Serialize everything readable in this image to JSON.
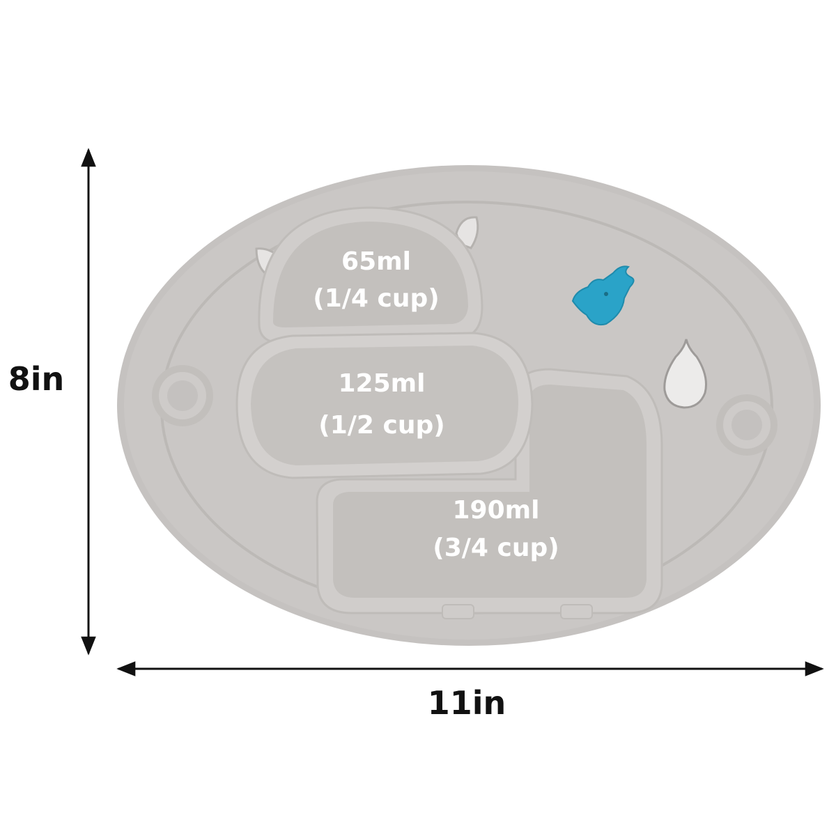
{
  "dimensions": {
    "height_label": "8in",
    "width_label": "11in"
  },
  "compartments": {
    "top": {
      "volume": "65ml",
      "cups": "(1/4 cup)"
    },
    "middle": {
      "volume": "125ml",
      "cups": "(1/2 cup)"
    },
    "bottom": {
      "volume": "190ml",
      "cups": "(3/4 cup)"
    }
  },
  "colors": {
    "mat": "#c9c6c4",
    "mat_edge": "#bdbab7",
    "bowl_rim": "#d2cfcd",
    "bowl_inner": "#c3c0bd",
    "label_text": "#ffffff",
    "arrow": "#111111",
    "bird": "#2aa3c8"
  },
  "icons": {
    "bird": "bird-icon",
    "milk_drop": "milk-drop-icon",
    "suction_left": "suction-cup-icon",
    "suction_right": "suction-cup-icon"
  }
}
